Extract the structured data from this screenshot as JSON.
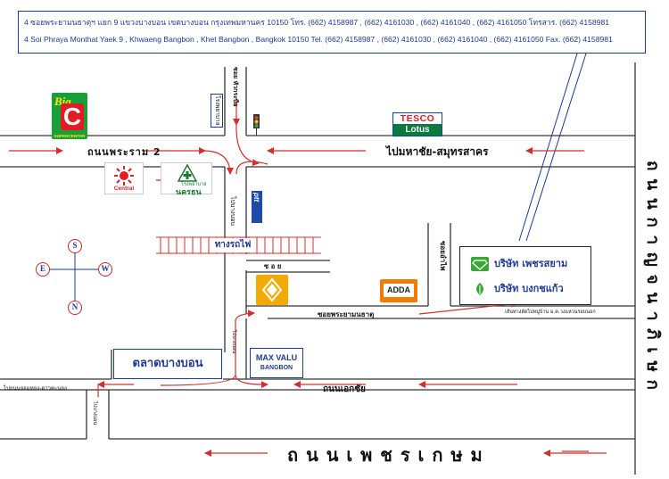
{
  "address": {
    "thai": "4 ซอยพระยามนธาตุฯ แยก 9 แขวงบางบอน เขตบางบอน กรุงเทพมหานคร 10150 โทร. (662) 4158987 , (662) 4161030 , (662) 4161040 , (662) 4161050 โทรสาร. (662) 4158981",
    "english": "4 Soi Phraya Monthat Yaek 9 , Khwaeng Bangbon , Khet Bangbon , Bangkok  10150 Tel. (662) 4158987 , (662) 4161030 , (662) 4161040 , (662) 4161050 Fax. (662) 4158981"
  },
  "roads": {
    "rama2": "ถนนพระราม 2",
    "mahachai": "ไปมหาชัย-สมุทรสาคร",
    "petchkasem": "ถ น น เ พ ช ร เ ก ษ ม",
    "kanchanapisek": "ถ น น ก า ญ จ น า ภิ เ ษ ก",
    "ekkachai": "ถนนเอกชัย",
    "soi_phraya": "ซอยพระยามนธาตุ",
    "soi_short": "ซ อ ย",
    "railway": "ทางรถไฟ",
    "to_bangbon": "ไปบางบอน",
    "soi_wat": "ซอย หัวกระบือ",
    "to_hospital": "โรงพยาบาล",
    "soi_amphoe": "ซอยอำไพ",
    "to_bangbon_2": "ไปบางบอน",
    "to_rama": "ไปถนนจอมทอง-ดาวคะนอง",
    "to_market": "ไปบางบอน",
    "shortcut": "เส้นทางลัดไปหมู่บ้าน ม.ค.วงแหวนรอบนอก"
  },
  "landmarks": {
    "bigc_top": "Big",
    "bigc_c": "C",
    "bigc_sub": "SUPERCENTER",
    "tesco_1": "TESCO",
    "tesco_2": "Lotus",
    "central": "Central",
    "hospital_1": "โรงพยาบาล",
    "hospital_2": "นครธน",
    "adda": "ADDA",
    "maxvalu_1": "MAX VALU",
    "maxvalu_2": "BANGBON",
    "market": "ตลาดบางบอน",
    "ptt": "ptt"
  },
  "companies": [
    {
      "name": "บริษัท เพชรสยาม"
    },
    {
      "name": "บริษัท บงกชแก้ว"
    }
  ],
  "compass": {
    "north": "N",
    "south": "S",
    "east": "E",
    "west": "W"
  },
  "colors": {
    "road": "#333333",
    "arrow": "#d32f2f",
    "brand": "#1f3a93",
    "rail": "#d32f2f"
  }
}
